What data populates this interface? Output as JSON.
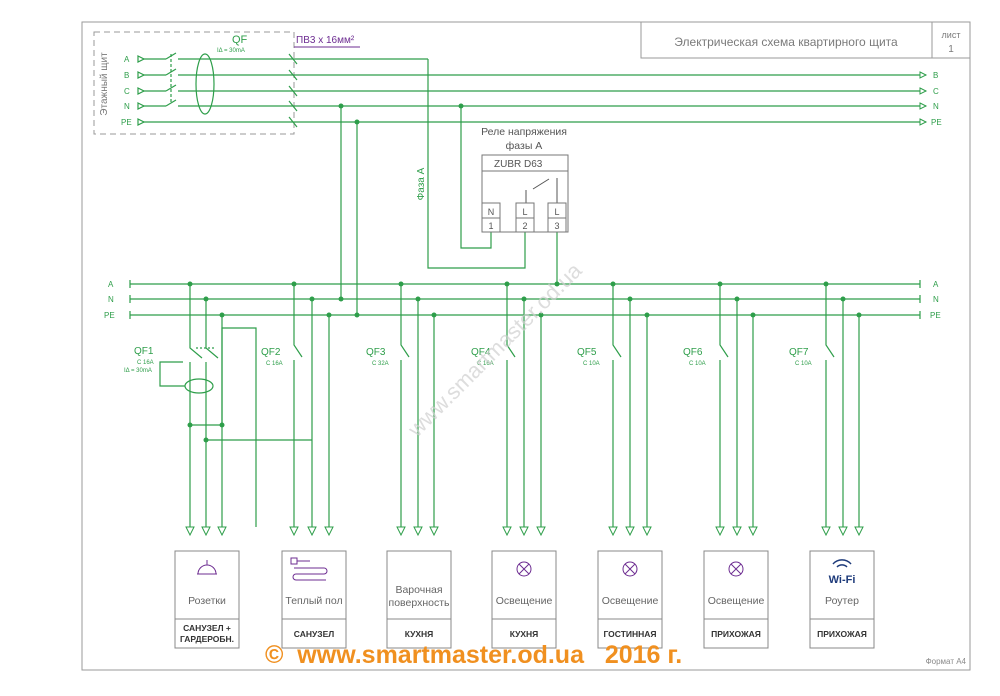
{
  "title_block": {
    "title": "Электрическая схема квартирного щита",
    "sheet_label": "лист",
    "sheet_number": "1",
    "format": "Формат А4"
  },
  "floor_panel": {
    "label": "Этажный щит",
    "breaker": "QF",
    "breaker_rating": "IΔ = 30mA",
    "cable": "ПВ3 х 16мм²"
  },
  "input_lines": [
    "A",
    "B",
    "C",
    "N",
    "PE"
  ],
  "output_lines": [
    "B",
    "C",
    "N",
    "PE"
  ],
  "phase_label": "Фаза А",
  "relay": {
    "caption_line1": "Реле напряжения",
    "caption_line2": "фазы А",
    "model": "ZUBR D63",
    "terminals": [
      {
        "name": "N",
        "num": "1"
      },
      {
        "name": "L",
        "num": "2"
      },
      {
        "name": "L",
        "num": "3"
      }
    ]
  },
  "bus_labels": [
    "A",
    "N",
    "PE"
  ],
  "breakers": [
    {
      "name": "QF1",
      "rating": "C 16A",
      "extra": "IΔ = 30mA"
    },
    {
      "name": "QF2",
      "rating": "C 16A",
      "extra": ""
    },
    {
      "name": "QF3",
      "rating": "C 32A",
      "extra": ""
    },
    {
      "name": "QF4",
      "rating": "C 16A",
      "extra": ""
    },
    {
      "name": "QF5",
      "rating": "C 10A",
      "extra": ""
    },
    {
      "name": "QF6",
      "rating": "C 10A",
      "extra": ""
    },
    {
      "name": "QF7",
      "rating": "C 10A",
      "extra": ""
    }
  ],
  "loads": [
    {
      "icon": "socket-icon",
      "label": "Розетки",
      "room": [
        "САНУЗЕЛ +",
        "ГАРДЕРОБН."
      ]
    },
    {
      "icon": "floor-heating-icon",
      "label": "Теплый пол",
      "room": [
        "САНУЗЕЛ"
      ]
    },
    {
      "icon": "",
      "label": "Варочная поверхность",
      "label_lines": [
        "Варочная",
        "поверхность"
      ],
      "room": [
        "КУХНЯ"
      ]
    },
    {
      "icon": "lamp-icon",
      "label": "Освещение",
      "room": [
        "КУХНЯ"
      ]
    },
    {
      "icon": "lamp-icon",
      "label": "Освещение",
      "room": [
        "ГОСТИННАЯ"
      ]
    },
    {
      "icon": "lamp-icon",
      "label": "Освещение",
      "room": [
        "ПРИХОЖАЯ"
      ]
    },
    {
      "icon": "wifi-icon",
      "label": "Роутер",
      "room": [
        "ПРИХОЖАЯ"
      ],
      "icon_text": "Wi-Fi"
    }
  ],
  "watermark": "www.smartmaster.od.ua",
  "footer": "©  www.smartmaster.od.ua   2016 г.",
  "colors": {
    "wire": "#2e9e4a",
    "accent": "#6d2c91",
    "footer": "#f09020",
    "frame": "#9a9a9a"
  }
}
